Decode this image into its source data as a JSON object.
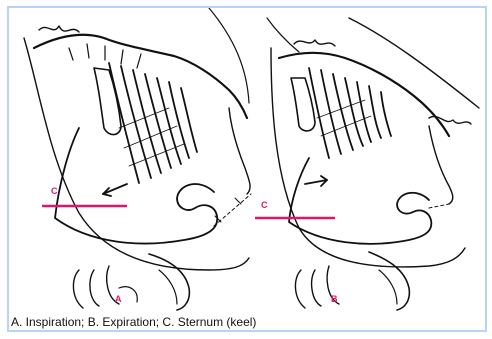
{
  "figure": {
    "panels": [
      {
        "id": "A",
        "label": "A",
        "sternum_label": "C"
      },
      {
        "id": "B",
        "label": "B",
        "sternum_label": "C"
      }
    ],
    "accent_color": "#e0156a",
    "frame_color": "#b9d4f2"
  },
  "caption": "A. Inspiration; B. Expiration; C. Sternum (keel)"
}
